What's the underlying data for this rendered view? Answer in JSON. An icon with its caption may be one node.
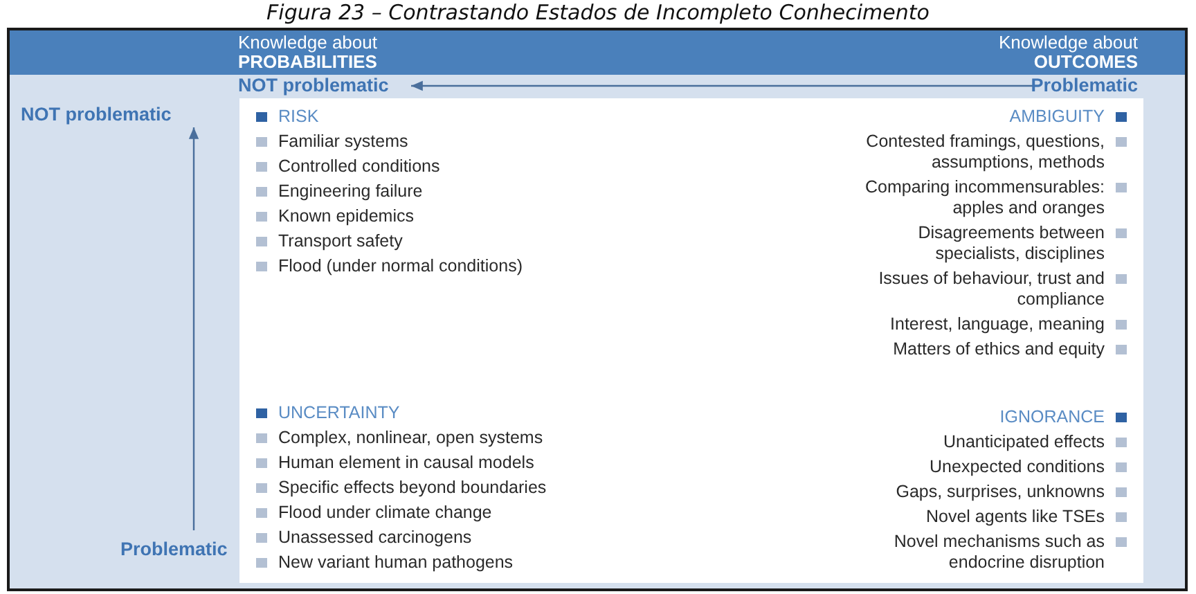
{
  "diagram": {
    "title": "Figura 23 – Contrastando Estados de Incompleto Conhecimento",
    "nodes": [
      {
        "text": [
          "Knowledge about **PROBABILITIES**",
          "Knowledge about **OUTCOMES**"
        ]
      },
      {
        "text": [],
        "shape": "box"
      },
      {
        "text": [
          "RISK",
          "Familiar systems",
          "Controlled conditions",
          "Engineering failure",
          "Known epidemics",
          "Transport safety",
          "Flood (under normal conditions)"
        ],
        "in": 1
      },
      {
        "text": [
          "AMBIGUITY",
          "Contested framings, questions, assumptions, methods",
          "Comparing incommensurables: apples and oranges",
          "Disagreements between specialists, disciplines",
          "Issues of behaviour, trust and compliance",
          "Interest, language, meaning",
          "Matters of ethics and equity"
        ],
        "in": 1
      },
      {
        "text": [
          "UNCERTAINTY",
          "Complex, nonlinear, open systems",
          "Human element in causal models",
          "Specific effects beyond boundaries",
          "Flood under climate change",
          "Unassessed carcinogens",
          "New variant human pathogens"
        ],
        "in": 1
      },
      {
        "text": [
          "IGNORANCE",
          "Unanticipated effects",
          "Unexpected conditions",
          "Gaps, surprises, unknowns",
          "Novel agents like TSEs",
          "Novel mechanisms such as endocrine disruption"
        ],
        "in": 1
      }
    ],
    "labels": [
      "NOT problematic",
      "Problematic",
      "NOT problematic",
      "Problematic"
    ]
  }
}
